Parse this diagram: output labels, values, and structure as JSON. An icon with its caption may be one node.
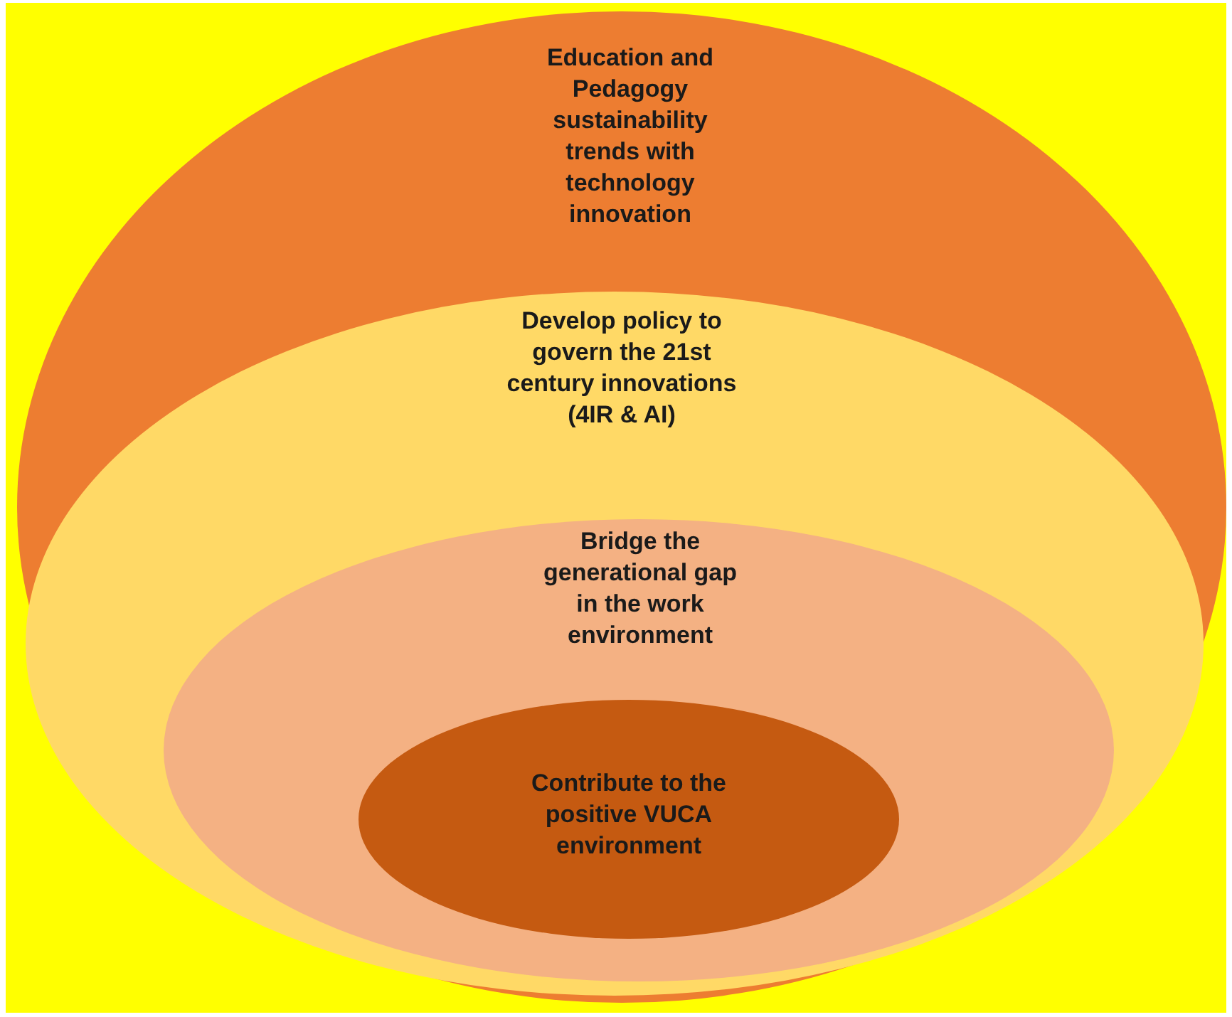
{
  "diagram": {
    "nodes": [
      {
        "text": [
          "Education and Pedagogy sustainability trends with technology innovation"
        ]
      },
      {
        "text": [
          "Develop policy to govern the 21st century innovations (4IR & AI)"
        ],
        "in": 0
      },
      {
        "text": [
          "Bridge the generational gap in the work environment"
        ],
        "in": 1
      },
      {
        "text": [
          "Contribute to the positive VUCA environment"
        ],
        "in": 2
      }
    ]
  }
}
